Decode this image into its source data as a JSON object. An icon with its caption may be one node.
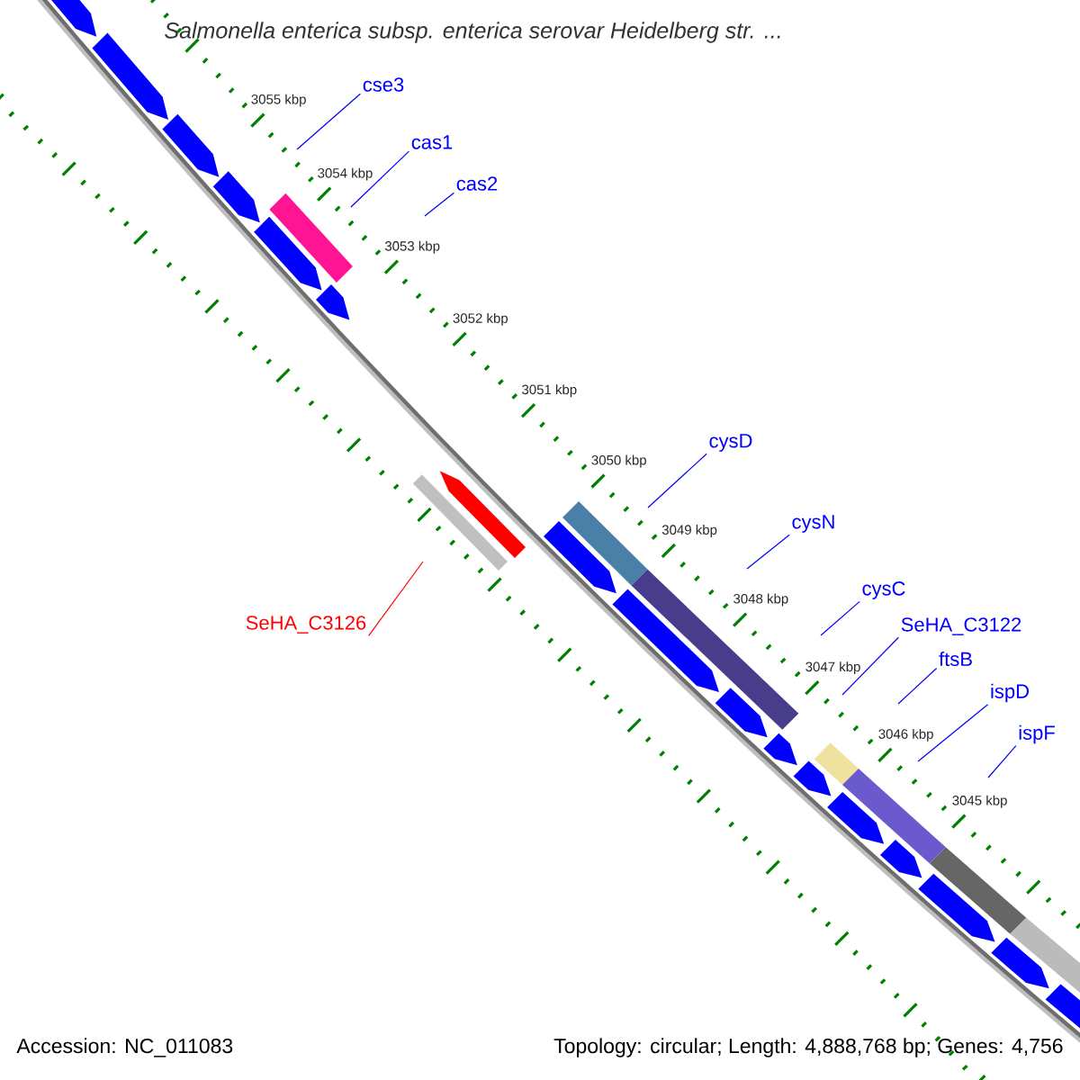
{
  "diagram": {
    "title": "Salmonella enterica subsp. enterica serovar Heidelberg str. ...",
    "nodes": [
      {
        "text": [
          "cse3"
        ]
      },
      {
        "text": [
          "cas1"
        ]
      },
      {
        "text": [
          "cas2"
        ]
      },
      {
        "text": [
          "cysD"
        ]
      },
      {
        "text": [
          "cysN"
        ]
      },
      {
        "text": [
          "cysC"
        ]
      },
      {
        "text": [
          "SeHA_C3122"
        ]
      },
      {
        "text": [
          "ftsB"
        ]
      },
      {
        "text": [
          "ispD"
        ]
      },
      {
        "text": [
          "ispF"
        ]
      },
      {
        "text": [
          "SeHA_C3126"
        ]
      }
    ],
    "edges": [
      {
        "from": 0,
        "to": null,
        "arrow": "none"
      },
      {
        "from": 1,
        "to": null,
        "arrow": "none"
      },
      {
        "from": 2,
        "to": null,
        "arrow": "none"
      },
      {
        "from": 3,
        "to": null,
        "arrow": "none"
      },
      {
        "from": 4,
        "to": null,
        "arrow": "none"
      },
      {
        "from": 5,
        "to": null,
        "arrow": "none"
      },
      {
        "from": 6,
        "to": null,
        "arrow": "none"
      },
      {
        "from": 7,
        "to": null,
        "arrow": "none"
      },
      {
        "from": 8,
        "to": null,
        "arrow": "none"
      },
      {
        "from": 9,
        "to": null,
        "arrow": "none"
      },
      {
        "from": 10,
        "to": null,
        "arrow": "none",
        "color": "#ff0000"
      }
    ],
    "labels": [
      "3055 kbp",
      "3054 kbp",
      "3053 kbp",
      "3052 kbp",
      "3051 kbp",
      "3050 kbp",
      "3049 kbp",
      "3048 kbp",
      "3047 kbp",
      "3046 kbp",
      "3045 kbp",
      "Accession: NC_011083",
      "Topology: circular; Length: 4,888,768 bp; Genes: 4,756"
    ]
  }
}
